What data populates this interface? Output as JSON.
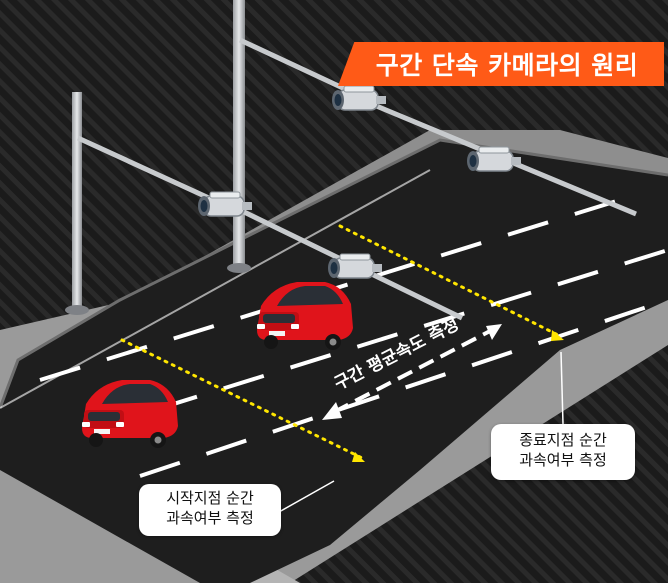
{
  "title": "구간 단속 카메라의 원리",
  "measure_label": "구간 평균속도 측정",
  "start_callout": {
    "line1": "시작지점 순간",
    "line2": "과속여부 측정"
  },
  "end_callout": {
    "line1": "종료지점 순간",
    "line2": "과속여부 측정"
  },
  "colors": {
    "background": "#1c1c1c",
    "banner": "#ff5a17",
    "road": "#1e1e1e",
    "sidewalk": "#8e8e8e",
    "car": "#e0141b",
    "marker_line": "#ffe600",
    "lane_marking": "#ffffff"
  },
  "icons": [
    "speed-camera-icon",
    "red-car-icon",
    "double-arrow-icon"
  ]
}
